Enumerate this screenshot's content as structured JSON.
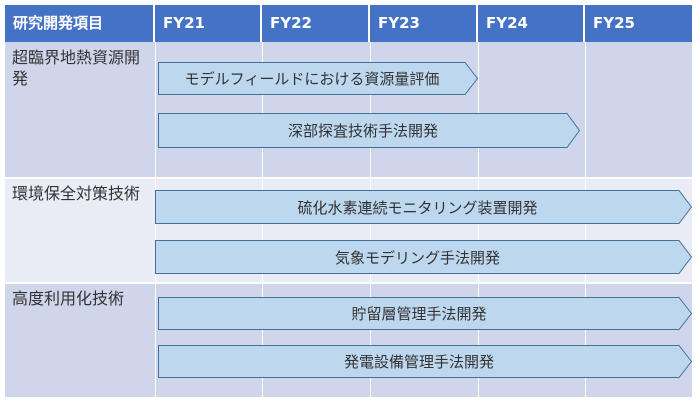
{
  "header": {
    "item_label": "研究開発項目",
    "years": [
      "FY21",
      "FY22",
      "FY23",
      "FY24",
      "FY25"
    ]
  },
  "categories": [
    {
      "label": "超臨界地熱資源開発",
      "tasks": [
        {
          "label": "モデルフィールドにおける資源量評価",
          "start": "FY21",
          "end": "FY23"
        },
        {
          "label": "深部探査技術手法開発",
          "start": "FY21",
          "end": "FY24"
        }
      ]
    },
    {
      "label": "環境保全対策技術",
      "tasks": [
        {
          "label": "硫化水素連続モニタリング装置開発",
          "start": "FY21",
          "end": "FY25"
        },
        {
          "label": "気象モデリング手法開発",
          "start": "FY21",
          "end": "FY25"
        }
      ]
    },
    {
      "label": "高度利用化技術",
      "tasks": [
        {
          "label": "貯留層管理手法開発",
          "start": "FY21",
          "end": "FY25"
        },
        {
          "label": "発電設備管理手法開発",
          "start": "FY21",
          "end": "FY25"
        }
      ]
    }
  ],
  "colors": {
    "header": "#4472c4",
    "row_dark": "#cfd5ea",
    "row_light": "#e9ebf5",
    "arrow_fill": "#bdd7ee",
    "arrow_border": "#41719c"
  }
}
